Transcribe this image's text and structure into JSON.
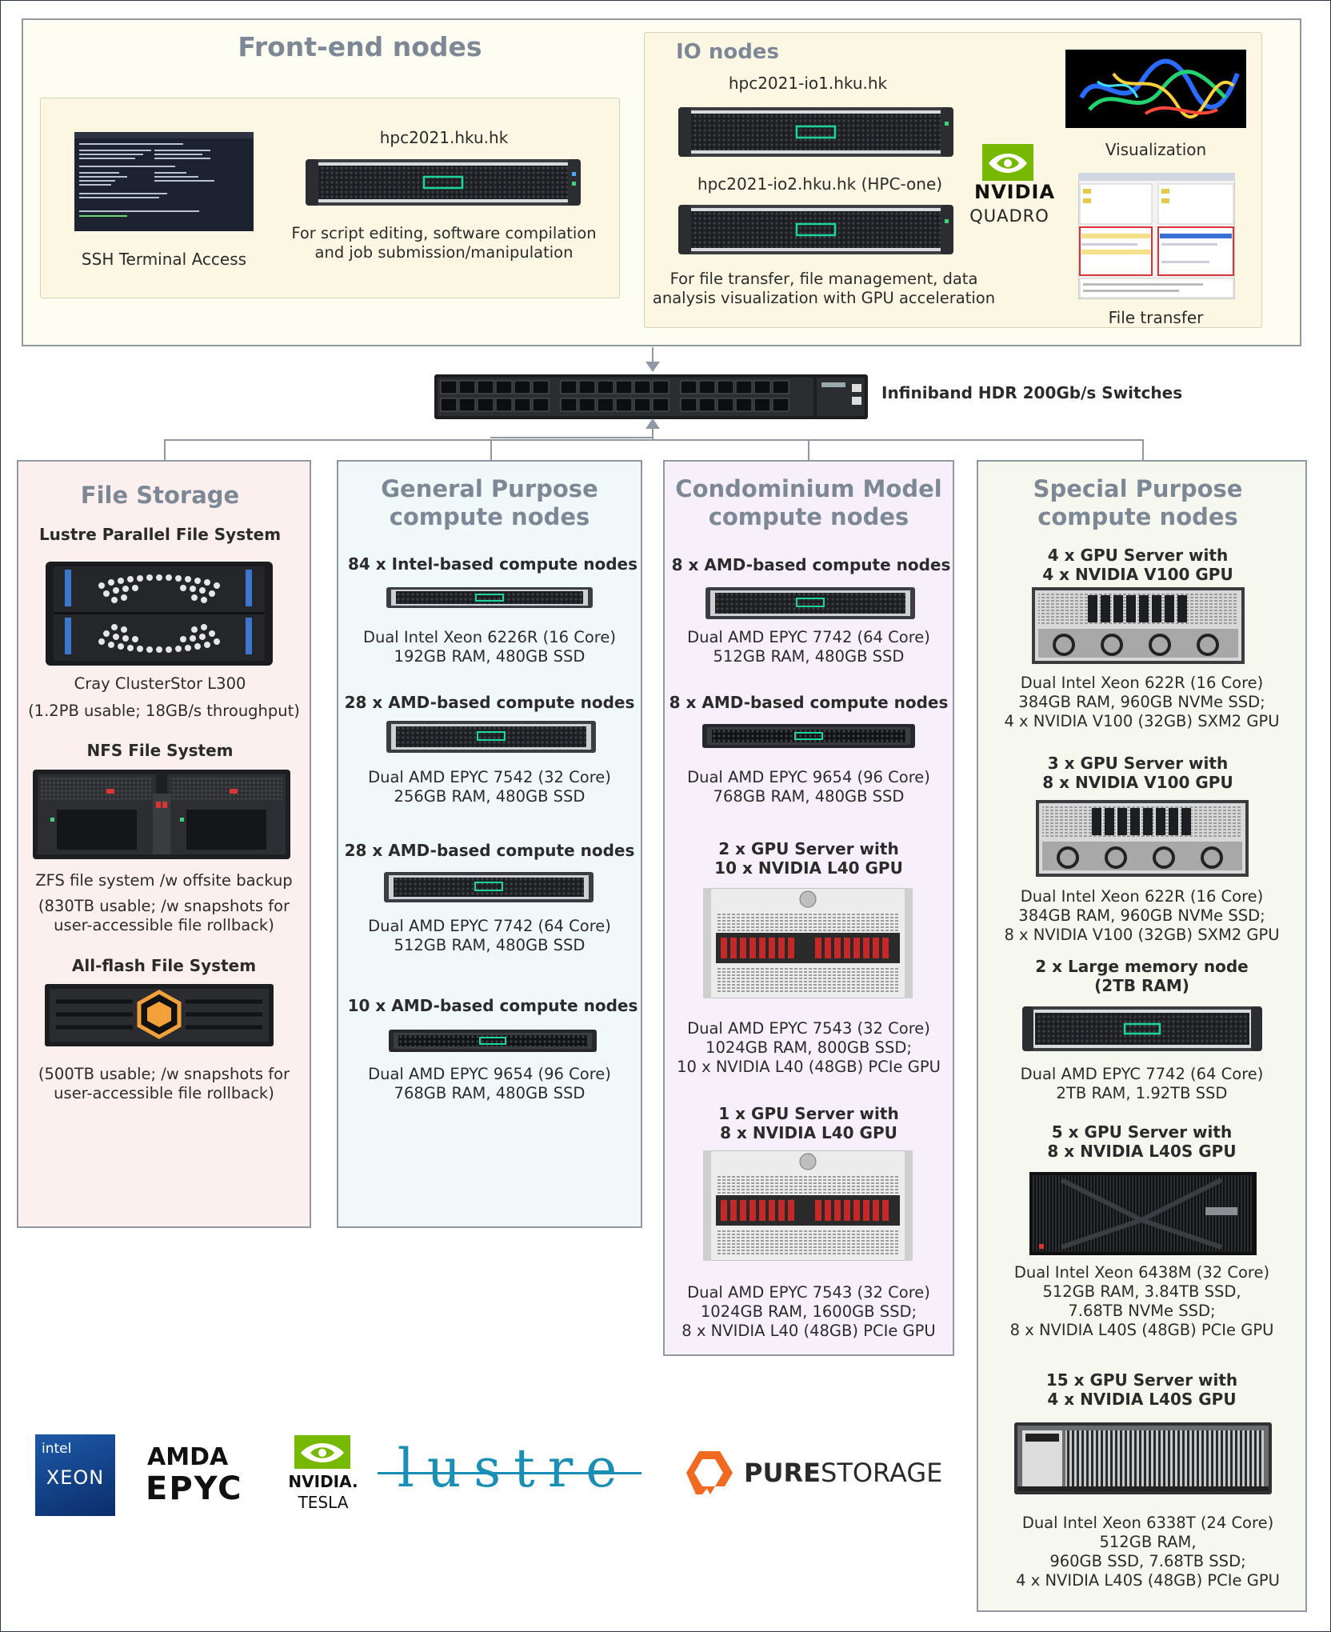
{
  "top": {
    "frontend": {
      "title": "Front-end nodes",
      "host": "hpc2021.hku.hk",
      "ssh_label": "SSH Terminal Access",
      "desc": [
        "For script editing, software compilation",
        "and job submission/manipulation"
      ]
    },
    "io": {
      "title": "IO nodes",
      "host1": "hpc2021-io1.hku.hk",
      "host2": "hpc2021-io2.hku.hk (HPC-one)",
      "desc": [
        "For file transfer, file management, data",
        "analysis visualization with GPU acceleration"
      ],
      "viz_label": "Visualization",
      "ft_label": "File transfer",
      "nvidia_word": "NVIDIA",
      "quadro_word": "QUADRO"
    }
  },
  "switch": {
    "label": "Infiniband HDR 200Gb/s Switches"
  },
  "columns": {
    "storage": {
      "title": [
        "File Storage"
      ],
      "s1": {
        "name": "Lustre Parallel File System",
        "desc": [
          "Cray ClusterStor L300",
          "(1.2PB usable; 18GB/s throughput)"
        ]
      },
      "s2": {
        "name": "NFS File System",
        "desc": [
          "ZFS file system /w offsite backup",
          "(830TB usable; /w snapshots for",
          "user-accessible file rollback)"
        ]
      },
      "s3": {
        "name": "All-flash File System",
        "desc": [
          "(500TB usable; /w snapshots for",
          "user-accessible file rollback)"
        ]
      }
    },
    "general": {
      "title": [
        "General Purpose",
        "compute nodes"
      ],
      "n1": {
        "name": "84 x Intel-based compute nodes",
        "desc": [
          "Dual Intel Xeon 6226R (16 Core)",
          "192GB RAM, 480GB SSD"
        ]
      },
      "n2": {
        "name": "28 x AMD-based compute nodes",
        "desc": [
          "Dual AMD EPYC 7542 (32 Core)",
          "256GB RAM, 480GB SSD"
        ]
      },
      "n3": {
        "name": "28 x AMD-based compute nodes",
        "desc": [
          "Dual AMD EPYC 7742 (64 Core)",
          "512GB RAM, 480GB SSD"
        ]
      },
      "n4": {
        "name": "10 x AMD-based compute nodes",
        "desc": [
          "Dual AMD EPYC 9654 (96 Core)",
          "768GB RAM, 480GB SSD"
        ]
      }
    },
    "condo": {
      "title": [
        "Condominium Model",
        "compute nodes"
      ],
      "n1": {
        "name": [
          "8 x AMD-based compute nodes"
        ],
        "desc": [
          "Dual AMD EPYC 7742 (64 Core)",
          "512GB RAM, 480GB SSD"
        ]
      },
      "n2": {
        "name": [
          "8 x AMD-based compute nodes"
        ],
        "desc": [
          "Dual AMD EPYC 9654 (96 Core)",
          "768GB RAM, 480GB SSD"
        ]
      },
      "n3": {
        "name": [
          "2 x GPU Server with",
          "10 x NVIDIA L40 GPU"
        ],
        "desc": [
          "Dual AMD EPYC 7543 (32 Core)",
          "1024GB RAM, 800GB SSD;",
          "10 x NVIDIA L40 (48GB) PCIe GPU"
        ]
      },
      "n4": {
        "name": [
          "1 x GPU Server with",
          "8 x NVIDIA L40 GPU"
        ],
        "desc": [
          "Dual AMD EPYC 7543 (32 Core)",
          "1024GB RAM, 1600GB SSD;",
          "8 x NVIDIA L40 (48GB) PCIe GPU"
        ]
      }
    },
    "special": {
      "title": [
        "Special Purpose",
        "compute nodes"
      ],
      "n1": {
        "name": [
          "4 x GPU Server with",
          "4 x NVIDIA V100 GPU"
        ],
        "desc": [
          "Dual Intel Xeon 622R (16 Core)",
          "384GB RAM, 960GB NVMe SSD;",
          "4 x NVIDIA V100 (32GB) SXM2 GPU"
        ]
      },
      "n2": {
        "name": [
          "3 x GPU Server with",
          "8 x NVIDIA V100 GPU"
        ],
        "desc": [
          "Dual Intel Xeon 622R (16 Core)",
          "384GB RAM, 960GB NVMe SSD;",
          "8 x NVIDIA V100 (32GB) SXM2 GPU"
        ]
      },
      "n3": {
        "name": [
          "2 x Large memory node",
          "(2TB RAM)"
        ],
        "desc": [
          "Dual AMD EPYC 7742 (64 Core)",
          "2TB RAM, 1.92TB SSD"
        ]
      },
      "n4": {
        "name": [
          "5 x GPU Server with",
          "8 x NVIDIA L40S GPU"
        ],
        "desc": [
          "Dual Intel Xeon 6438M (32 Core)",
          "512GB RAM, 3.84TB SSD,",
          "7.68TB NVMe SSD;",
          "8 x NVIDIA L40S (48GB) PCIe GPU"
        ]
      },
      "n5": {
        "name": [
          "15 x GPU Server with",
          "4 x NVIDIA L40S GPU"
        ],
        "desc": [
          "Dual Intel Xeon 6338T (24 Core)",
          "512GB RAM,",
          "960GB SSD, 7.68TB SSD;",
          "4 x NVIDIA L40S (48GB) PCIe GPU"
        ]
      }
    }
  },
  "logos": {
    "intel": {
      "top": "intel",
      "bottom": "XEON"
    },
    "amd": {
      "top": "AMDA",
      "bottom": "EPYC"
    },
    "nvidia": {
      "top": "NVIDIA.",
      "bottom": "TESLA"
    },
    "lustre": {
      "text": "lustre"
    },
    "pure": {
      "bold": "PURE",
      "light": "STORAGE"
    }
  },
  "colors": {
    "border": "#8f98a3",
    "title": "#7d8896",
    "storage_bg": "#fcf0ef",
    "general_bg": "#f0f8fa",
    "condo_bg": "#f7f0fb",
    "special_bg": "#f6f8ef",
    "top_bg": "#fefdf2",
    "lustre_blue": "#1a8fb5",
    "pure_orange": "#f26a21",
    "nvidia_green": "#76b900"
  }
}
